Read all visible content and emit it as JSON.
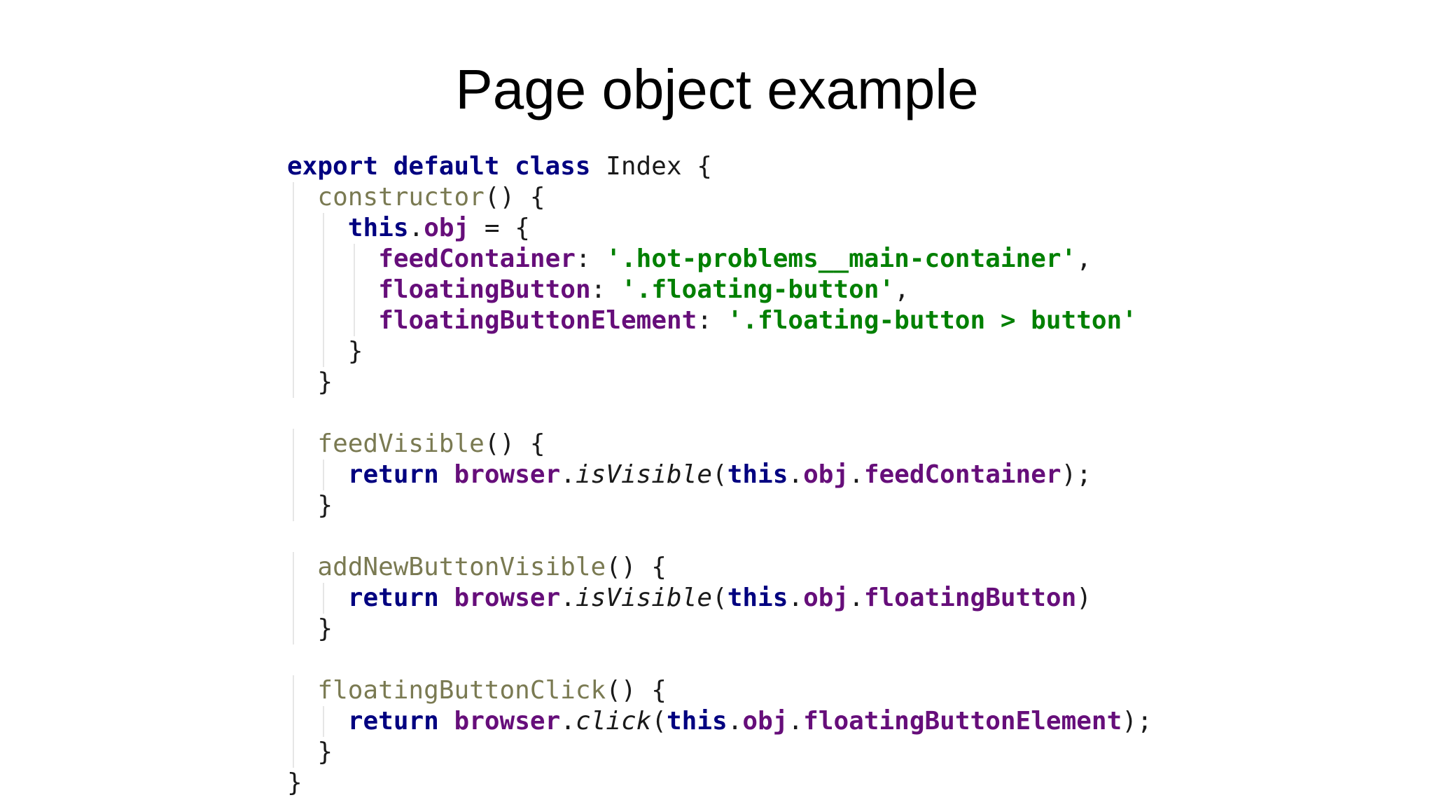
{
  "slide": {
    "title": "Page object example"
  },
  "code": {
    "lines": [
      {
        "indent": 0,
        "tokens": [
          {
            "t": "export default class",
            "c": "kw"
          },
          {
            "t": " Index {",
            "c": "pl"
          }
        ]
      },
      {
        "indent": 1,
        "tokens": [
          {
            "t": "constructor",
            "c": "fn"
          },
          {
            "t": "() {",
            "c": "pl"
          }
        ]
      },
      {
        "indent": 2,
        "tokens": [
          {
            "t": "this",
            "c": "kw"
          },
          {
            "t": ".",
            "c": "pl"
          },
          {
            "t": "obj",
            "c": "prop"
          },
          {
            "t": " = {",
            "c": "pl"
          }
        ]
      },
      {
        "indent": 3,
        "tokens": [
          {
            "t": "feedContainer",
            "c": "prop"
          },
          {
            "t": ": ",
            "c": "pl"
          },
          {
            "t": "'.hot-problems__main-container'",
            "c": "str"
          },
          {
            "t": ",",
            "c": "pl"
          }
        ]
      },
      {
        "indent": 3,
        "tokens": [
          {
            "t": "floatingButton",
            "c": "prop"
          },
          {
            "t": ": ",
            "c": "pl"
          },
          {
            "t": "'.floating-button'",
            "c": "str"
          },
          {
            "t": ",",
            "c": "pl"
          }
        ]
      },
      {
        "indent": 3,
        "tokens": [
          {
            "t": "floatingButtonElement",
            "c": "prop"
          },
          {
            "t": ": ",
            "c": "pl"
          },
          {
            "t": "'.floating-button > button'",
            "c": "str"
          }
        ]
      },
      {
        "indent": 2,
        "tokens": [
          {
            "t": "}",
            "c": "pl"
          }
        ]
      },
      {
        "indent": 1,
        "tokens": [
          {
            "t": "}",
            "c": "pl"
          }
        ]
      },
      {
        "indent": 0,
        "tokens": []
      },
      {
        "indent": 1,
        "tokens": [
          {
            "t": "feedVisible",
            "c": "fn"
          },
          {
            "t": "() {",
            "c": "pl"
          }
        ]
      },
      {
        "indent": 2,
        "tokens": [
          {
            "t": "return",
            "c": "kw"
          },
          {
            "t": " ",
            "c": "pl"
          },
          {
            "t": "browser",
            "c": "prop"
          },
          {
            "t": ".",
            "c": "pl"
          },
          {
            "t": "isVisible",
            "c": "ital"
          },
          {
            "t": "(",
            "c": "pl"
          },
          {
            "t": "this",
            "c": "kw"
          },
          {
            "t": ".",
            "c": "pl"
          },
          {
            "t": "obj",
            "c": "prop"
          },
          {
            "t": ".",
            "c": "pl"
          },
          {
            "t": "feedContainer",
            "c": "prop"
          },
          {
            "t": ");",
            "c": "pl"
          }
        ]
      },
      {
        "indent": 1,
        "tokens": [
          {
            "t": "}",
            "c": "pl"
          }
        ]
      },
      {
        "indent": 0,
        "tokens": []
      },
      {
        "indent": 1,
        "tokens": [
          {
            "t": "addNewButtonVisible",
            "c": "fn"
          },
          {
            "t": "() {",
            "c": "pl"
          }
        ]
      },
      {
        "indent": 2,
        "tokens": [
          {
            "t": "return",
            "c": "kw"
          },
          {
            "t": " ",
            "c": "pl"
          },
          {
            "t": "browser",
            "c": "prop"
          },
          {
            "t": ".",
            "c": "pl"
          },
          {
            "t": "isVisible",
            "c": "ital"
          },
          {
            "t": "(",
            "c": "pl"
          },
          {
            "t": "this",
            "c": "kw"
          },
          {
            "t": ".",
            "c": "pl"
          },
          {
            "t": "obj",
            "c": "prop"
          },
          {
            "t": ".",
            "c": "pl"
          },
          {
            "t": "floatingButton",
            "c": "prop"
          },
          {
            "t": ")",
            "c": "pl"
          }
        ]
      },
      {
        "indent": 1,
        "tokens": [
          {
            "t": "}",
            "c": "pl"
          }
        ]
      },
      {
        "indent": 0,
        "tokens": []
      },
      {
        "indent": 1,
        "tokens": [
          {
            "t": "floatingButtonClick",
            "c": "fn"
          },
          {
            "t": "() {",
            "c": "pl"
          }
        ]
      },
      {
        "indent": 2,
        "tokens": [
          {
            "t": "return",
            "c": "kw"
          },
          {
            "t": " ",
            "c": "pl"
          },
          {
            "t": "browser",
            "c": "prop"
          },
          {
            "t": ".",
            "c": "pl"
          },
          {
            "t": "click",
            "c": "ital"
          },
          {
            "t": "(",
            "c": "pl"
          },
          {
            "t": "this",
            "c": "kw"
          },
          {
            "t": ".",
            "c": "pl"
          },
          {
            "t": "obj",
            "c": "prop"
          },
          {
            "t": ".",
            "c": "pl"
          },
          {
            "t": "floatingButtonElement",
            "c": "prop"
          },
          {
            "t": ");",
            "c": "pl"
          }
        ]
      },
      {
        "indent": 1,
        "tokens": [
          {
            "t": "}",
            "c": "pl"
          }
        ]
      },
      {
        "indent": 0,
        "tokens": [
          {
            "t": "}",
            "c": "pl"
          }
        ]
      }
    ]
  },
  "colors": {
    "keyword": "#000080",
    "method_name": "#7a7a52",
    "property": "#660e7a",
    "string": "#008000",
    "plain": "#1a1a1a",
    "indent_guide": "#e6e6e6"
  }
}
